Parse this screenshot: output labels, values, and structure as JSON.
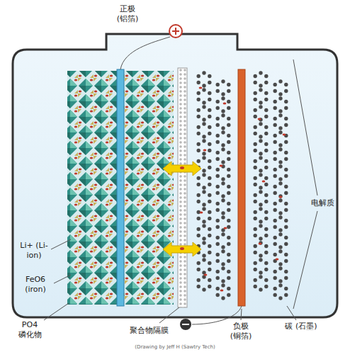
{
  "diagram": {
    "labels": [
      "正极 (铝箔)",
      "电解质",
      "Li+ (Li-ion)",
      "FeO6 (iron)",
      "PO4 磷化物",
      "聚合物隔膜",
      "负极 (铜箔)",
      "碳 (石墨)",
      "(Drawing by Jeff H (Sawtry Tech)"
    ]
  }
}
